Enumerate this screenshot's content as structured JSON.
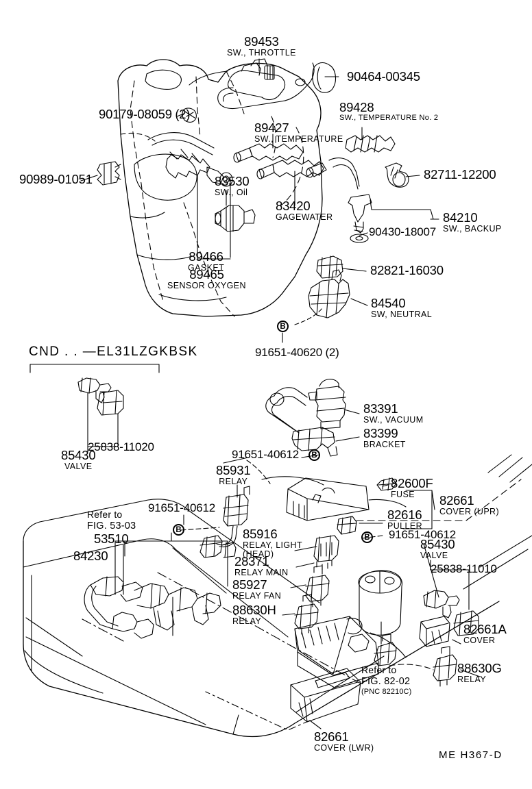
{
  "sheet": {
    "footer_code": "ME  H367-D",
    "model_code": "CND . . —EL31LZGKBSK"
  },
  "upper_diagram": {
    "name": "engine-sensors-switches-illustration",
    "callouts": [
      {
        "id": "c1",
        "part_no": "89453",
        "desc": "SW., THROTTLE"
      },
      {
        "id": "c2",
        "part_no": "90464-00345",
        "desc": ""
      },
      {
        "id": "c3",
        "part_no": "90179-08059",
        "desc": "",
        "qty": "(2)"
      },
      {
        "id": "c4",
        "part_no": "89428",
        "desc": "SW., TEMPERATURE No. 2"
      },
      {
        "id": "c5",
        "part_no": "89427",
        "desc": "SW., TEMPERATURE"
      },
      {
        "id": "c6",
        "part_no": "90989-01051",
        "desc": ""
      },
      {
        "id": "c7",
        "part_no": "83530",
        "desc": "SW., Oil"
      },
      {
        "id": "c8",
        "part_no": "82711-12200",
        "desc": ""
      },
      {
        "id": "c9",
        "part_no": "83420",
        "desc": "GAGEWATER"
      },
      {
        "id": "c10",
        "part_no": "84210",
        "desc": "SW., BACKUP"
      },
      {
        "id": "c11",
        "part_no": "90430-18007",
        "desc": ""
      },
      {
        "id": "c12",
        "part_no": "89466",
        "desc": "GASKET"
      },
      {
        "id": "c13",
        "part_no": "89465",
        "desc": "SENSOR OXYGEN"
      },
      {
        "id": "c14",
        "part_no": "82821-16030",
        "desc": ""
      },
      {
        "id": "c15",
        "part_no": "84540",
        "desc": "SW, NEUTRAL"
      },
      {
        "id": "c16",
        "part_no": "91651-40620",
        "desc": "",
        "qty": "(2)",
        "bolt_mark": "B"
      }
    ]
  },
  "model_group": {
    "label": "CND . . —EL31LZGKBSK",
    "callouts": [
      {
        "id": "m1",
        "part_no": "25838-11020",
        "desc": ""
      },
      {
        "id": "m2",
        "part_no": "85430",
        "desc": "VALVE"
      }
    ]
  },
  "lower_diagram": {
    "name": "engine-compartment-relays-illustration",
    "callouts": [
      {
        "id": "d1",
        "part_no": "83391",
        "desc": "SW., VACUUM"
      },
      {
        "id": "d2",
        "part_no": "83399",
        "desc": "BRACKET"
      },
      {
        "id": "d3",
        "part_no": "91651-40612",
        "desc": "",
        "bolt_mark": "B"
      },
      {
        "id": "d4",
        "part_no": "85931",
        "desc": "RELAY"
      },
      {
        "id": "d5",
        "part_no": "91651-40612",
        "desc": "",
        "bolt_mark": "B"
      },
      {
        "id": "d6",
        "part_no": "85916",
        "desc": "RELAY, LIGHT",
        "desc2": "(HEAD)"
      },
      {
        "id": "d7",
        "part_no": "28371",
        "desc": "RELAY MAIN"
      },
      {
        "id": "d8",
        "part_no": "85927",
        "desc": "RELAY FAN"
      },
      {
        "id": "d9",
        "part_no": "88630H",
        "desc": "RELAY"
      },
      {
        "id": "d10",
        "part_no": "82600F",
        "desc": "FUSE"
      },
      {
        "id": "d11",
        "part_no": "82661",
        "desc": "COVER (UPR)"
      },
      {
        "id": "d12",
        "part_no": "82616",
        "desc": "PULLER"
      },
      {
        "id": "d13",
        "part_no": "91651-40612",
        "desc": "",
        "bolt_mark": "B"
      },
      {
        "id": "d14",
        "part_no": "85430",
        "desc": "VALVE"
      },
      {
        "id": "d15",
        "part_no": "25838-11010",
        "desc": ""
      },
      {
        "id": "d16",
        "part_no": "84230",
        "desc": ""
      },
      {
        "id": "d17",
        "part_no": "53510",
        "desc": ""
      },
      {
        "id": "d18",
        "part_no": "82661A",
        "desc": "COVER"
      },
      {
        "id": "d19",
        "part_no": "88630G",
        "desc": "RELAY"
      },
      {
        "id": "d20",
        "part_no": "82661",
        "desc": "COVER (LWR)"
      }
    ],
    "references": [
      {
        "id": "r1",
        "line1": "Refer to",
        "line2": "FIG. 53-03",
        "line3": ""
      },
      {
        "id": "r2",
        "line1": "Refer to",
        "line2": "FIG. 82-02",
        "line3": "(PNC 82210C)"
      }
    ]
  }
}
